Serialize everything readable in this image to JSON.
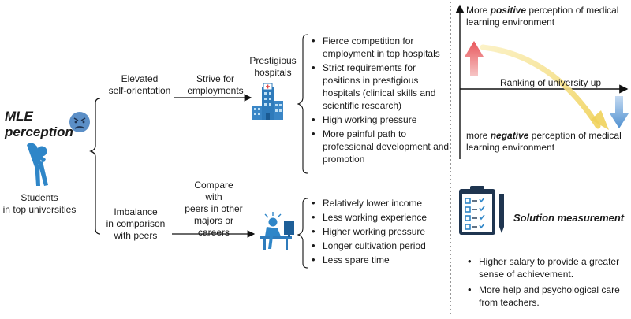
{
  "left": {
    "title": "MLE perception",
    "students_label": "Students\nin top universities"
  },
  "branches": {
    "elevated": {
      "label": "Elevated\nself-orientation",
      "arrow_label": "Strive for\nemployments",
      "target": "Prestigious\nhospitals",
      "bullets": [
        "Fierce competition for employment in top hospitals",
        "Strict requirements for positions in prestigious hospitals (clinical skills and scientific research)",
        "High working pressure",
        "More painful path to professional development and promotion"
      ]
    },
    "imbalance": {
      "label": "Imbalance\nin comparison\nwith peers",
      "arrow_label": "Compare\nwith\npeers in other\nmajors or\ncareers",
      "bullets": [
        "Relatively lower income",
        "Less working experience",
        "Higher working pressure",
        "Longer cultivation period",
        "Less spare time"
      ]
    }
  },
  "trend": {
    "top_pre": "More ",
    "top_em": "positive",
    "top_post": " perception of medical\nlearning environment",
    "axis_label": "Ranking of university up",
    "bottom_pre": "more ",
    "bottom_em": "negative",
    "bottom_post": " perception of medical\nlearning environment"
  },
  "solution": {
    "title": "Solution measurement",
    "items": [
      "Higher salary to provide a greater sense of achievement.",
      "More help and psychological care from teachers."
    ]
  },
  "colors": {
    "icon_blue": "#2f86c8",
    "face_blue": "#5b8fc7",
    "red_arrow": "#e8555a",
    "blue_arrow": "#4f90d0",
    "yellow_curve": "#f0d66a"
  }
}
